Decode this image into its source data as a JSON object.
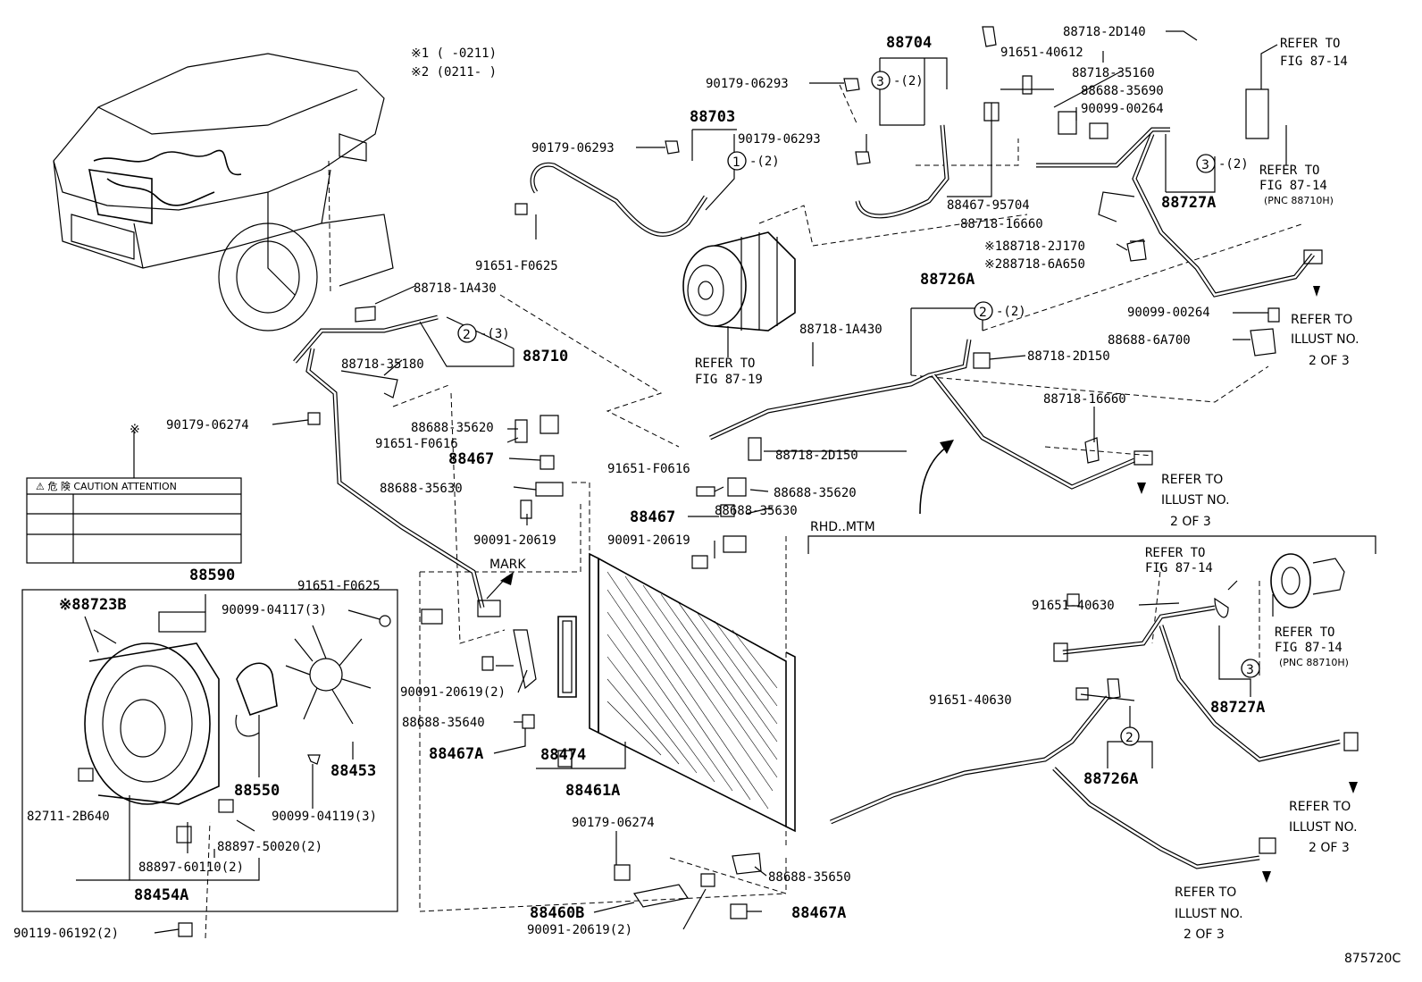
{
  "footnotes": [
    "※1 (     -0211)",
    "※2 (0211-     )"
  ],
  "caution_label": {
    "marker": "※",
    "header": "⚠ 危 険 CAUTION ATTENTION"
  },
  "section_rhd": "RHD..MTM",
  "mark_text": "MARK",
  "image_code": "875720C",
  "circle_numbers": [
    "1",
    "2",
    "3"
  ],
  "big_labels": [
    "88704",
    "88703",
    "88726A",
    "88727A",
    "88710",
    "88467",
    "88467",
    "88590",
    "88550",
    "88453",
    "88454A",
    "88461A",
    "88474",
    "88467A",
    "88460B",
    "88467A",
    "88727A",
    "88726A",
    "※88723B"
  ],
  "part_labels": [
    "88718-2D140",
    "91651-40612",
    "88718-35160",
    "88688-35690",
    "90099-00264",
    "90179-06293",
    "90179-06293",
    "90179-06293",
    "88467-95704",
    "88718-16660",
    "※188718-2J170",
    "※288718-6A650",
    "91651-F0625",
    "88718-1A430",
    "88718-35180",
    "90179-06274",
    "88688-35620",
    "91651-F0616",
    "88688-35630",
    "90091-20619",
    "91651-F0616",
    "88688-35620",
    "88688-35630",
    "90091-20619",
    "88718-1A430",
    "88718-2D150",
    "88718-2D150",
    "88718-16660",
    "90099-00264",
    "88688-6A700",
    "91651-F0625",
    "90099-04117(3)",
    "90091-20619(2)",
    "88688-35640",
    "90099-04119(3)",
    "82711-2B640",
    "88897-50020(2)",
    "88897-60110(2)",
    "90119-06192(2)",
    "90179-06274",
    "88688-35650",
    "90091-20619(2)",
    "91651-40630",
    "91651-40630"
  ],
  "qty_notes": [
    "-(2)",
    "-(2)",
    "-(3)",
    "-(2)",
    "-(2)"
  ],
  "refer_notes": [
    "REFER TO",
    "FIG 87-14",
    "REFER TO",
    "FIG 87-14",
    "(PNC 88710H)",
    "REFER TO",
    "FIG 87-19",
    "REFER TO",
    "ILLUST NO.",
    "2 OF 3",
    "REFER TO",
    "ILLUST NO.",
    "2 OF 3",
    "REFER TO",
    "FIG 87-14",
    "REFER TO",
    "FIG 87-14",
    "(PNC 88710H)",
    "REFER TO",
    "ILLUST NO.",
    "2 OF 3",
    "REFER TO",
    "ILLUST NO.",
    "2 OF 3"
  ]
}
